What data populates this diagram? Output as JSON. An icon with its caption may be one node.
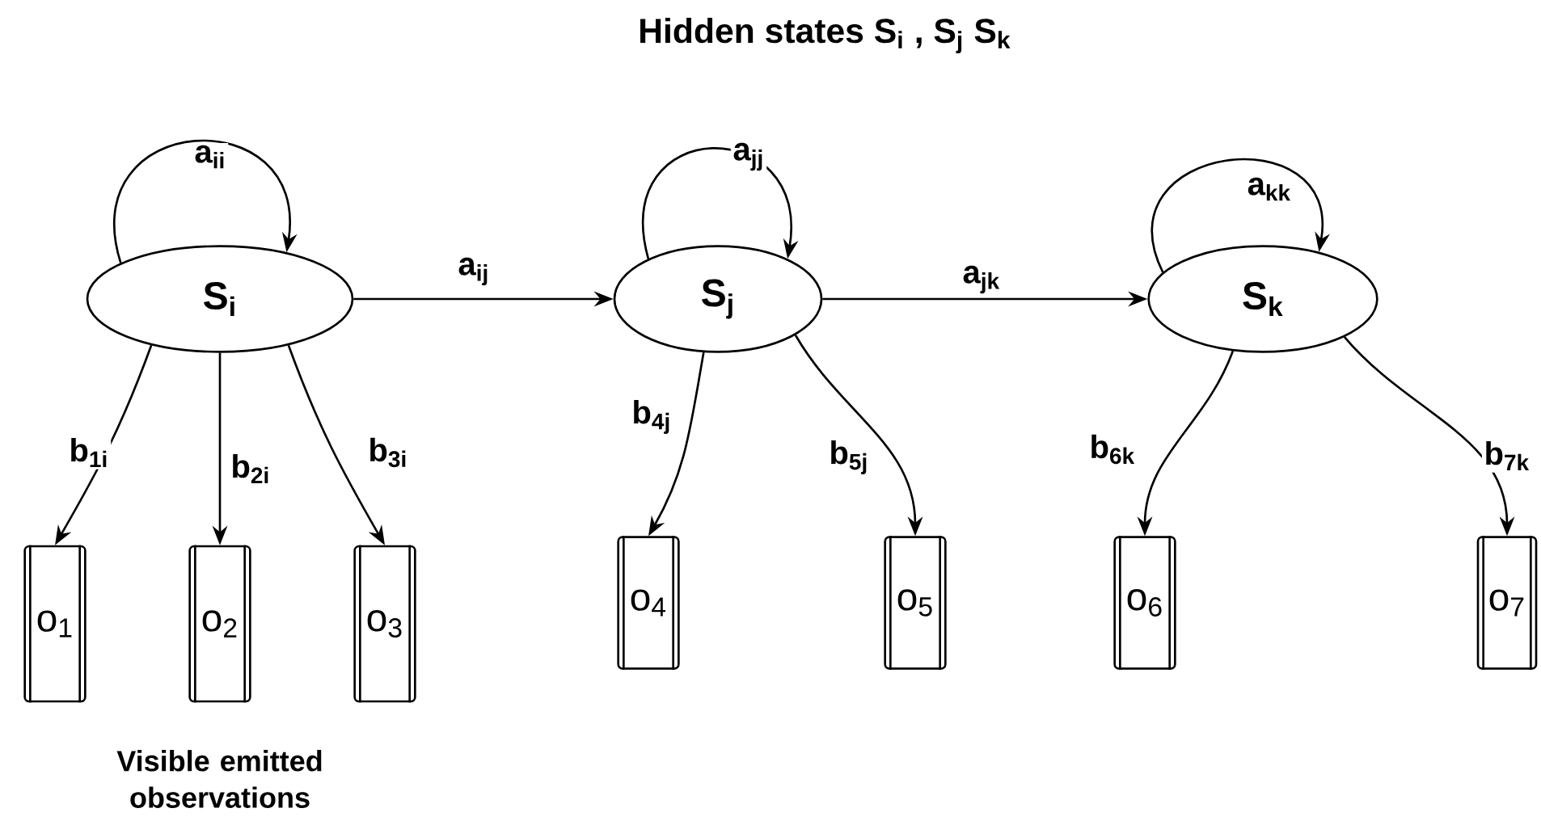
{
  "diagram": {
    "title": "Hidden states S$_{i}$ , S$_{j}$  S$_{k}$",
    "nodes": [
      {
        "text": [
          "S$_{i}$"
        ]
      },
      {
        "text": [
          "S$_{j}$"
        ]
      },
      {
        "text": [
          "S$_{k}$"
        ]
      },
      {
        "text": [
          "o$_{1}$"
        ]
      },
      {
        "text": [
          "o$_{2}$"
        ]
      },
      {
        "text": [
          "o$_{3}$"
        ]
      },
      {
        "text": [
          "o$_{4}$"
        ]
      },
      {
        "text": [
          "o$_{5}$"
        ]
      },
      {
        "text": [
          "o$_{6}$"
        ]
      },
      {
        "text": [
          "o$_{7}$"
        ]
      }
    ],
    "edges": [
      {
        "from": 0,
        "to": 0,
        "arrow": "to",
        "label": "a$_{ii}$"
      },
      {
        "from": 1,
        "to": 1,
        "arrow": "to",
        "label": "a$_{jj}$"
      },
      {
        "from": 2,
        "to": 2,
        "arrow": "to",
        "label": "a$_{kk}$"
      },
      {
        "from": 0,
        "to": 1,
        "arrow": "to",
        "label": "a$_{ij}$"
      },
      {
        "from": 1,
        "to": 2,
        "arrow": "to",
        "label": "a$_{jk}$"
      },
      {
        "from": 0,
        "to": 3,
        "arrow": "to",
        "label": "b$_{1i}$"
      },
      {
        "from": 0,
        "to": 4,
        "arrow": "to",
        "label": "b$_{2i}$"
      },
      {
        "from": 0,
        "to": 5,
        "arrow": "to",
        "label": "b$_{3i}$"
      },
      {
        "from": 1,
        "to": 6,
        "arrow": "to",
        "label": "b$_{4j}$"
      },
      {
        "from": 1,
        "to": 7,
        "arrow": "to",
        "label": "b$_{5j}$"
      },
      {
        "from": 2,
        "to": 8,
        "arrow": "to",
        "label": "b$_{6k}$"
      },
      {
        "from": 2,
        "to": 9,
        "arrow": "to",
        "label": "b$_{7k}$"
      }
    ],
    "labels": [
      "Visible emitted observations"
    ]
  }
}
